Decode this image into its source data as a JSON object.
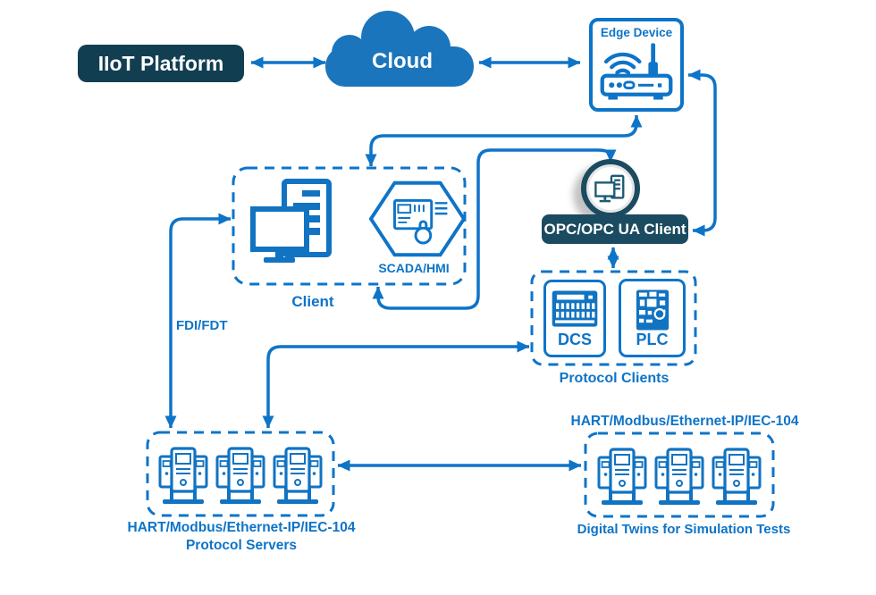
{
  "colors": {
    "line_blue": "#0E74C8",
    "icon_blue": "#1173C2",
    "cloud_blue": "#1B75BC",
    "dark_navy_box": "#123E52",
    "dark_teal_box": "#1B4B60"
  },
  "nodes": {
    "iiot_platform": {
      "label": "IIoT Platform"
    },
    "cloud": {
      "label": "Cloud"
    },
    "edge_device": {
      "label": "Edge Device"
    },
    "client": {
      "label": "Client",
      "scada_hmi": "SCADA/HMI"
    },
    "opc_ua_client": {
      "label": "OPC/OPC UA Client"
    },
    "protocol_clients": {
      "label": "Protocol Clients",
      "dcs": "DCS",
      "plc": "PLC"
    },
    "protocol_servers": {
      "protocols": "HART/Modbus/Ethernet-IP/IEC-104",
      "label": "Protocol Servers"
    },
    "digital_twins": {
      "protocols": "HART/Modbus/Ethernet-IP/IEC-104",
      "label": "Digital Twins for Simulation Tests"
    }
  },
  "connectors": {
    "fdi_fdt": "FDI/FDT"
  }
}
